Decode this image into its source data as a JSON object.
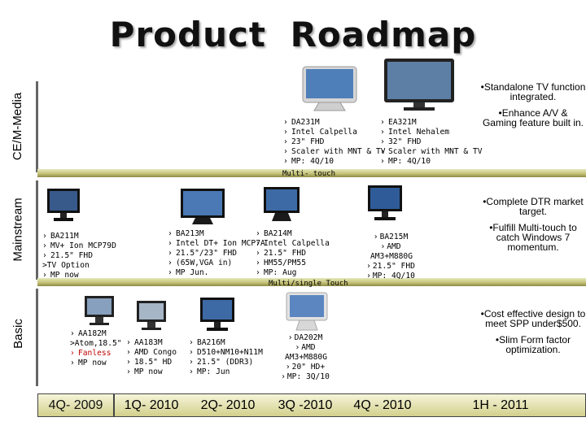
{
  "title": "Product   Roadmap",
  "bands": {
    "ce_media": "CE/M-Media",
    "mainstream": "Mainstream",
    "basic": "Basic"
  },
  "tags": {
    "multi_touch": "Multi- touch",
    "multi_single_touch": "Multi/single  Touch"
  },
  "products": {
    "da231m": [
      "DA231M",
      "Intel Calpella",
      "23\" FHD",
      "Scaler with MNT & TV",
      "MP: 4Q/10"
    ],
    "ea321m": [
      "EA321M",
      "Intel Nehalem",
      "32\"  FHD",
      "Scaler with MNT & TV",
      "MP: 4Q/10"
    ],
    "ba211m": [
      "BA211M",
      "MV+ Ion MCP79D",
      "21.5\" FHD",
      ">TV Option",
      "MP now"
    ],
    "ba213m": [
      "BA213M",
      "Intel DT+ Ion MCP7A",
      "21.5\"/23\" FHD",
      "(65W,VGA in)",
      "MP Jun."
    ],
    "ba214m": [
      "BA214M",
      "Intel Calpella",
      "21.5\"  FHD",
      "HM55/PM55",
      "MP: Aug"
    ],
    "ba215m": [
      "BA215M",
      "AMD",
      "AM3+M880G",
      "21.5\" FHD",
      "MP: 4Q/10"
    ],
    "aa182m": [
      "AA182M",
      ">Atom,18.5\"",
      "Fanless",
      "MP now"
    ],
    "aa183m": [
      "AA183M",
      "AMD Congo",
      "18.5\" HD",
      "MP now"
    ],
    "ba216m": [
      "BA216M",
      "D510+NM10+N11M",
      "21.5\" (DDR3)",
      "MP: Jun"
    ],
    "da202m": [
      "DA202M",
      "AMD",
      "AM3+M880G",
      "20\" HD+",
      "MP: 3Q/10"
    ]
  },
  "notes": {
    "ce": [
      "Standalone TV function integrated.",
      "Enhance A/V  & Gaming feature built in."
    ],
    "mainstream": [
      "Complete DTR market target.",
      "Fulfill Multi-touch to catch Windows 7 momentum."
    ],
    "basic": [
      "Cost effective design to meet SPP under$500.",
      "Slim Form factor optimization."
    ]
  },
  "timeline": [
    "4Q- 2009",
    "1Q- 2010",
    "2Q- 2010",
    "3Q -2010",
    "4Q - 2010",
    "1H - 2011"
  ],
  "colors": {
    "highlight_red": "#c00000",
    "band_separator": "#c6c37a",
    "timeline_fill": "#e8e6b4"
  }
}
